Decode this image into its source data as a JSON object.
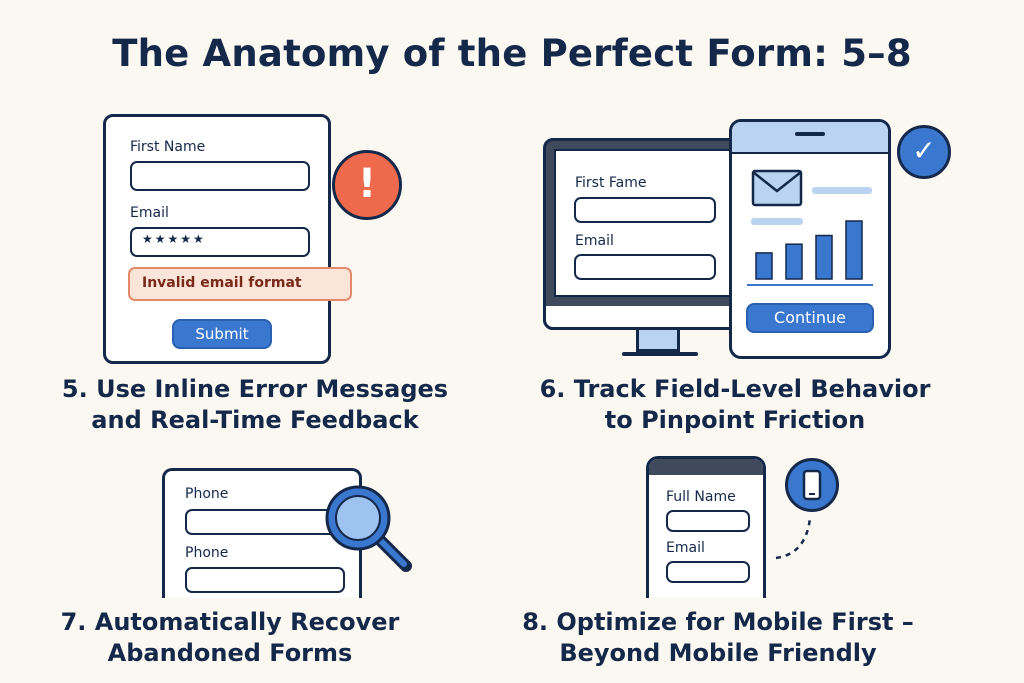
{
  "title": "The Anatomy of the Perfect Form: 5–8",
  "panel5": {
    "first_name_label": "First Name",
    "email_label": "Email",
    "email_value": "★★★★★",
    "error_text": "Invalid email format",
    "submit_label": "Submit",
    "alert_glyph": "!",
    "caption_line1": "5. Use Inline Error Messages",
    "caption_line2": "and Real-Time Feedback"
  },
  "panel6": {
    "first_name_label": "First Fame",
    "email_label": "Email",
    "continue_label": "Continue",
    "check_glyph": "✓",
    "caption_line1": "6. Track Field-Level Behavior",
    "caption_line2": "to Pinpoint Friction",
    "bar_levels": [
      0.45,
      0.6,
      0.75,
      1.0
    ]
  },
  "panel7": {
    "phone_label_1": "Phone",
    "phone_label_2": "Phone",
    "caption_line1": "7. Automatically Recover",
    "caption_line2": "Abandoned Forms"
  },
  "panel8": {
    "full_name_label": "Full Name",
    "email_label": "Email",
    "caption_line1": "8. Optimize for Mobile First –",
    "caption_line2": "Beyond Mobile Friendly"
  },
  "colors": {
    "navy": "#14284a",
    "accent_blue": "#3a78cf",
    "alert_red": "#ef6a4c",
    "error_bg": "#fbe5d8",
    "background": "#fbf8f2"
  },
  "icons": [
    "alert-icon",
    "check-icon",
    "envelope-icon",
    "magnifier-icon",
    "phone-icon"
  ]
}
